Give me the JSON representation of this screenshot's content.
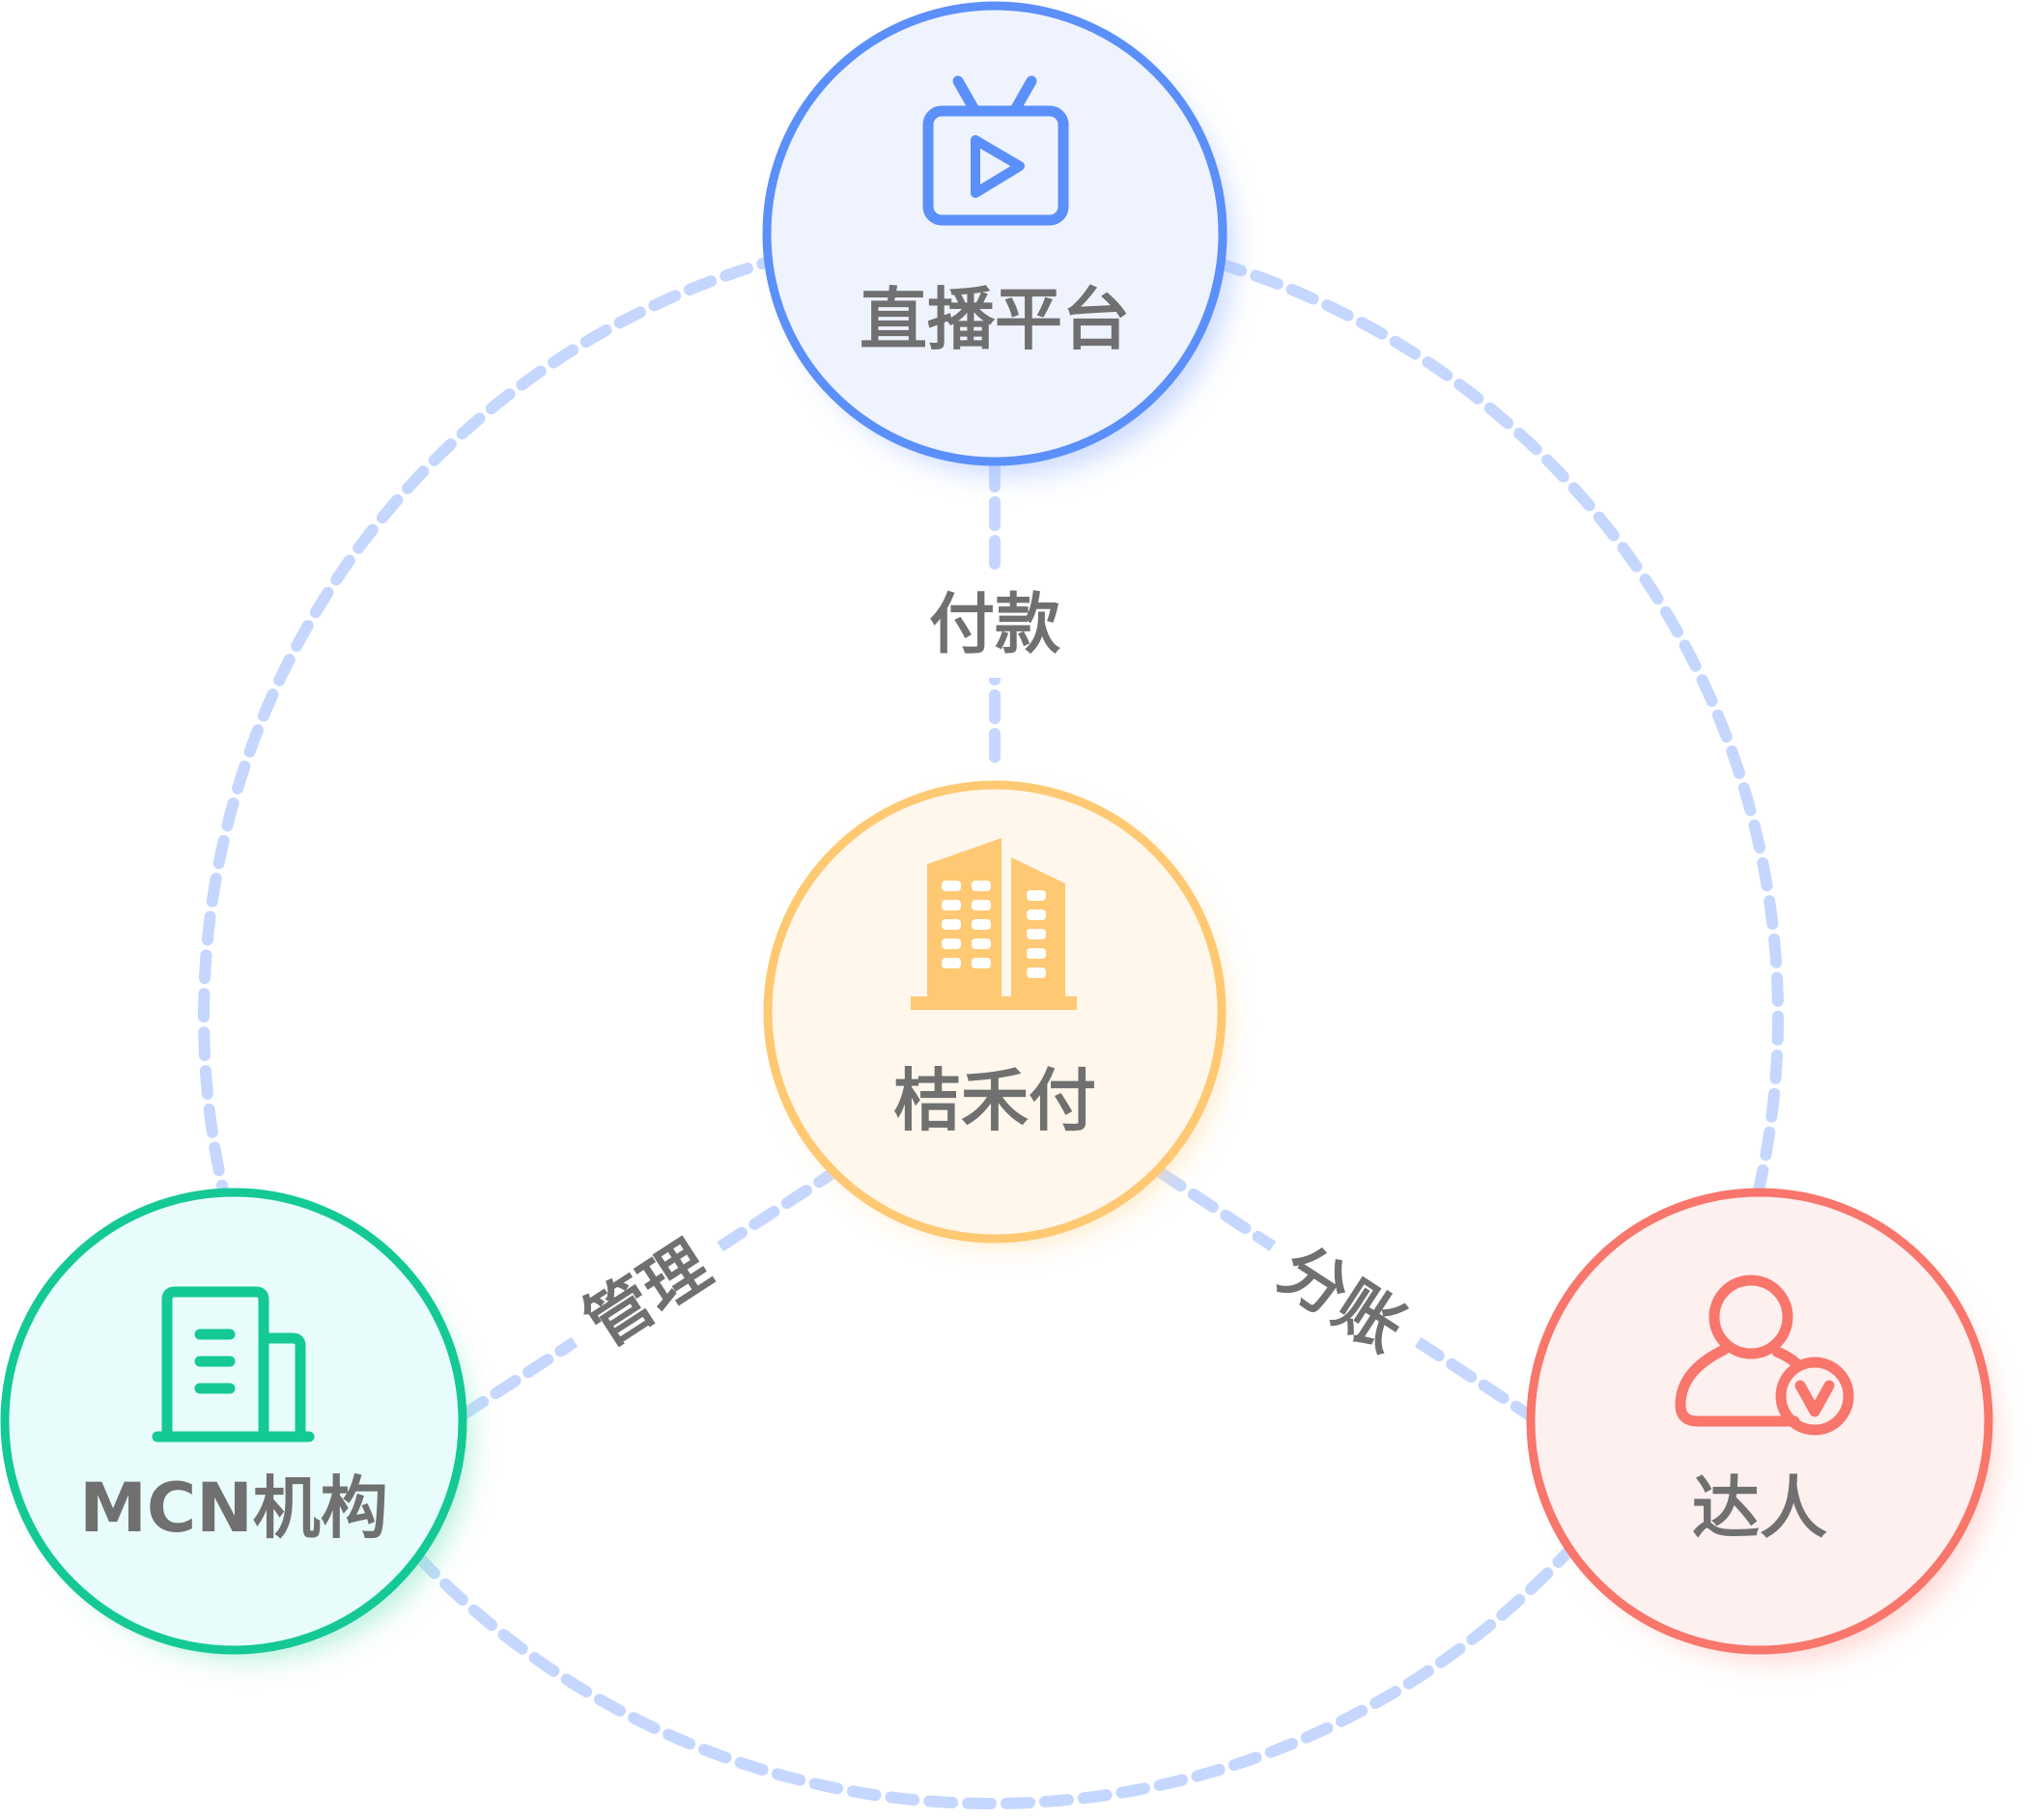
{
  "nodes": {
    "top": {
      "label": "直播平台",
      "icon": "tv-play-icon",
      "color": "#5b8ff9",
      "fill": "#eff3fe"
    },
    "center": {
      "label": "桔禾付",
      "icon": "office-buildings-icon",
      "color": "#ffc872",
      "fill": "#fff7ec"
    },
    "left": {
      "label": "MCN机构",
      "icon": "company-building-icon",
      "color": "#14c995",
      "fill": "#e8fdfb"
    },
    "right": {
      "label": "达人",
      "icon": "verified-user-icon",
      "color": "#f8766b",
      "fill": "#fff0f0"
    }
  },
  "edges": {
    "top_center": "付款",
    "left_center": "管理",
    "right_center": "分账"
  },
  "colors": {
    "dashed_line": "#c5d7ff",
    "label_text": "#707070"
  }
}
